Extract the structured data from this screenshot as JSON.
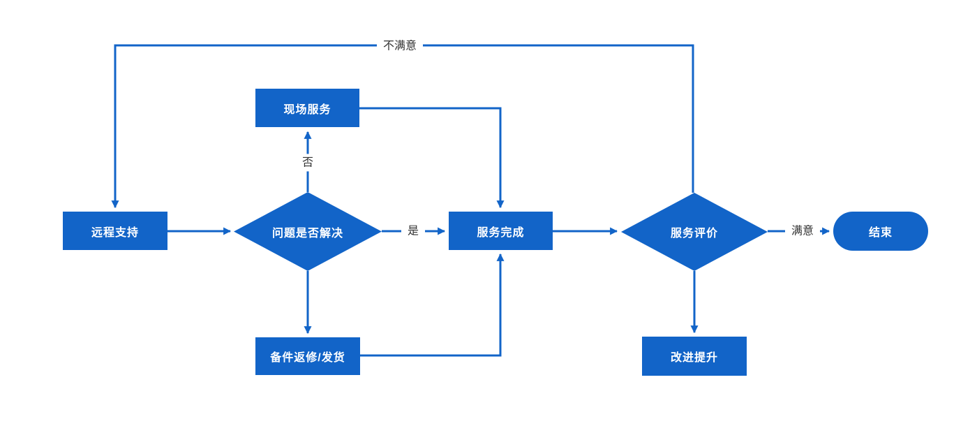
{
  "diagram": {
    "type": "flowchart",
    "colors": {
      "shape_fill": "#1264C8",
      "connector": "#1264C8",
      "shape_text": "#FFFFFF",
      "edge_label_text": "#333333",
      "background": "#FFFFFF"
    },
    "nodes": [
      {
        "id": "remote-support",
        "shape": "rect",
        "label": "远程支持"
      },
      {
        "id": "onsite-service",
        "shape": "rect",
        "label": "现场服务"
      },
      {
        "id": "problem-solved",
        "shape": "diamond",
        "label": "问题是否解决"
      },
      {
        "id": "service-complete",
        "shape": "rect",
        "label": "服务完成"
      },
      {
        "id": "spare-parts-return",
        "shape": "rect",
        "label": "备件返修/发货"
      },
      {
        "id": "service-evaluation",
        "shape": "diamond",
        "label": "服务评价"
      },
      {
        "id": "improvement",
        "shape": "rect",
        "label": "改进提升"
      },
      {
        "id": "end",
        "shape": "pill",
        "label": "结束"
      }
    ],
    "edge_labels": [
      {
        "id": "dissatisfied",
        "label": "不满意"
      },
      {
        "id": "no",
        "label": "否"
      },
      {
        "id": "yes",
        "label": "是"
      },
      {
        "id": "satisfied",
        "label": "满意"
      }
    ],
    "edges": [
      {
        "from": "remote-support",
        "to": "problem-solved",
        "label": ""
      },
      {
        "from": "problem-solved",
        "to": "onsite-service",
        "label": "否"
      },
      {
        "from": "problem-solved",
        "to": "service-complete",
        "label": "是"
      },
      {
        "from": "problem-solved",
        "to": "spare-parts-return",
        "label": ""
      },
      {
        "from": "onsite-service",
        "to": "service-complete",
        "label": ""
      },
      {
        "from": "spare-parts-return",
        "to": "service-complete",
        "label": ""
      },
      {
        "from": "service-complete",
        "to": "service-evaluation",
        "label": ""
      },
      {
        "from": "service-evaluation",
        "to": "remote-support",
        "label": "不满意"
      },
      {
        "from": "service-evaluation",
        "to": "end",
        "label": "满意"
      },
      {
        "from": "service-evaluation",
        "to": "improvement",
        "label": ""
      }
    ]
  }
}
